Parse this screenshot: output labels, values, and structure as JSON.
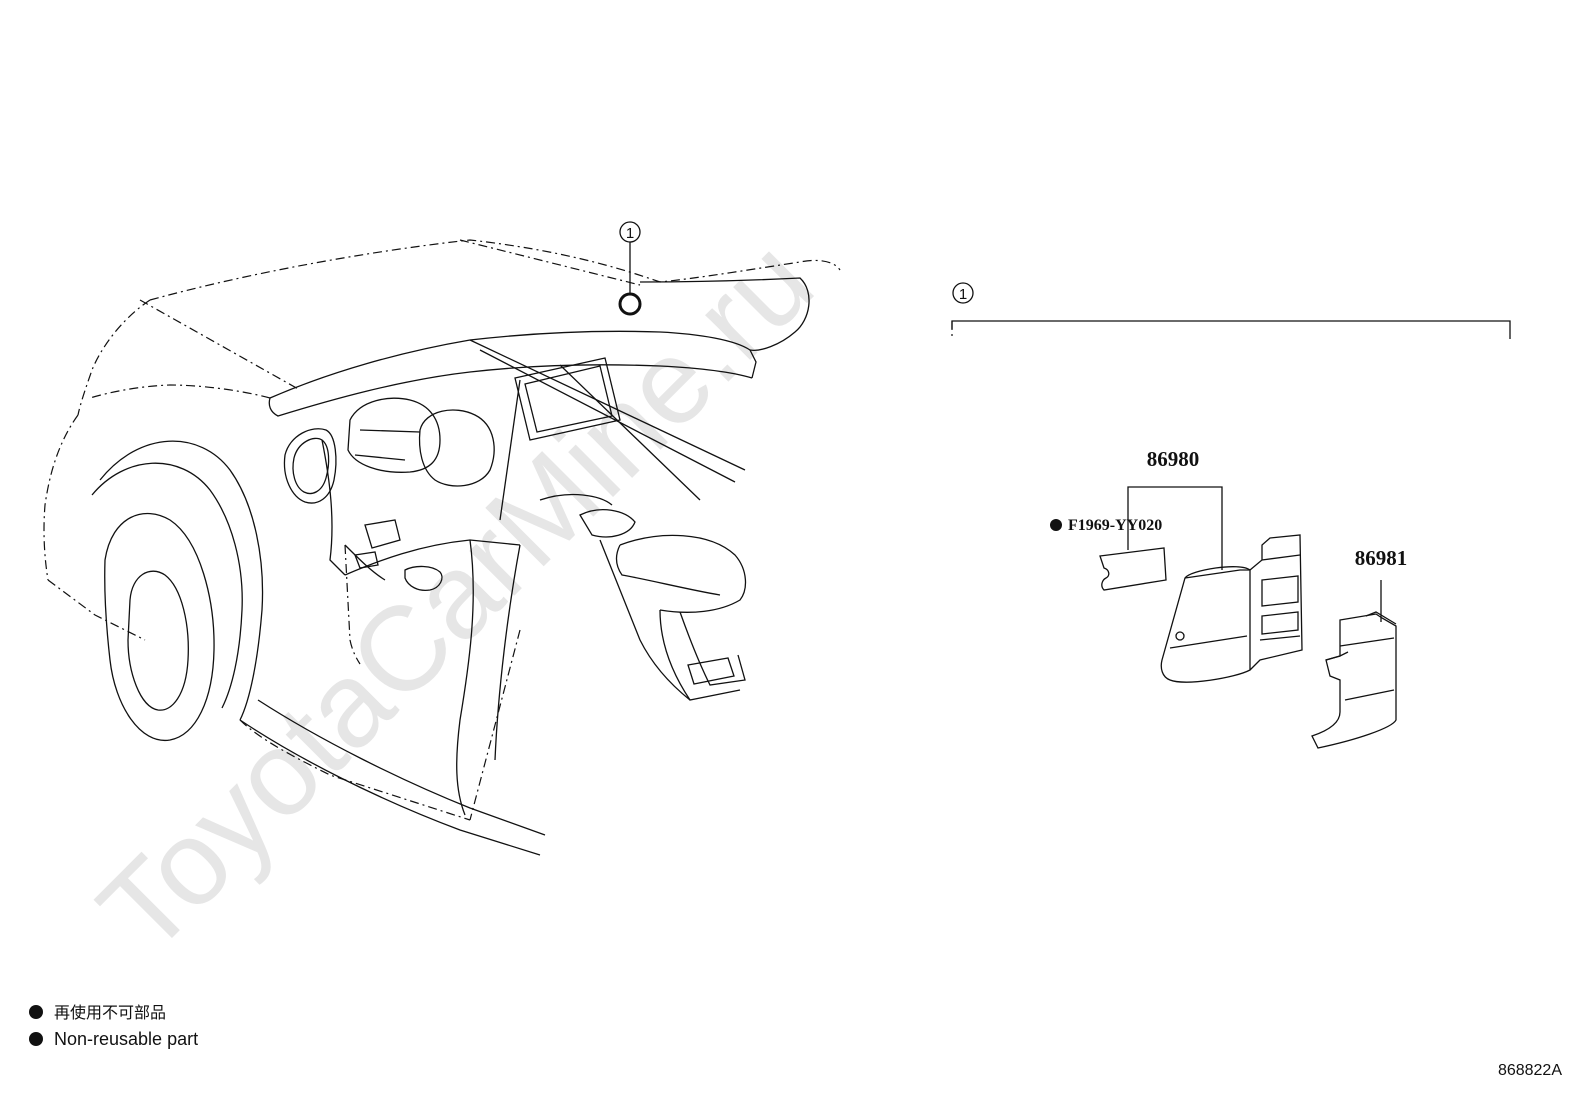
{
  "diagram": {
    "watermark": "ToyotaCarMine.ru",
    "callout_marker": "1",
    "parts": {
      "main": "86980",
      "cover": "86981",
      "label": "F1969-YY020"
    },
    "legend": {
      "line_jp": "再使用不可部品",
      "line_en": "Non-reusable part"
    },
    "drawing_code": "868822A"
  }
}
